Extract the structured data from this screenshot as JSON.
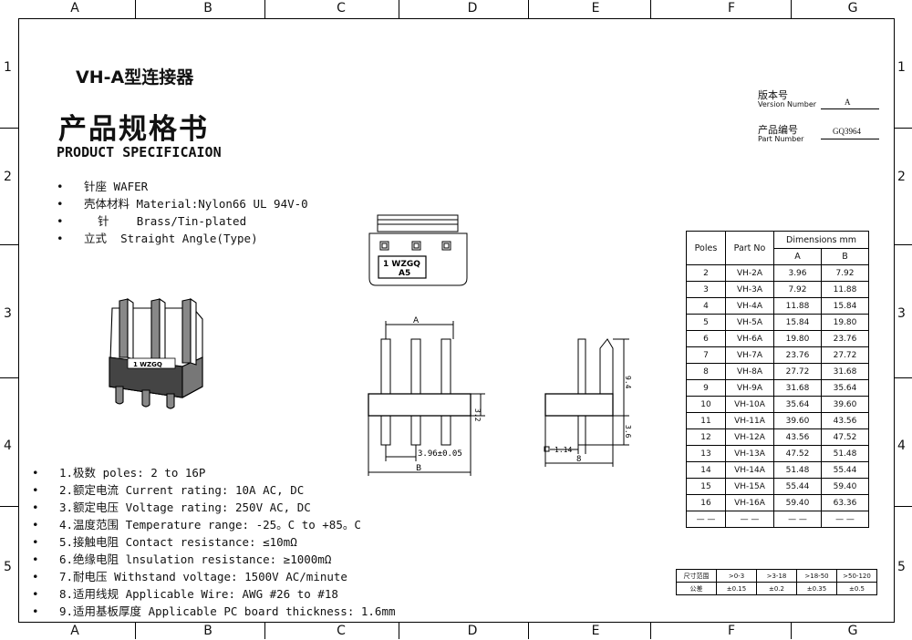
{
  "grid": {
    "columns": [
      "A",
      "B",
      "C",
      "D",
      "E",
      "F",
      "G"
    ],
    "rows": [
      "1",
      "2",
      "3",
      "4",
      "5"
    ]
  },
  "header": {
    "product_type": "VH-A型连接器",
    "title_cn": "产品规格书",
    "title_en": "PRODUCT SPECIFICAION"
  },
  "version": {
    "label_cn": "版本号",
    "label_en": "Version Number",
    "value": "A"
  },
  "part": {
    "label_cn": "产品编号",
    "label_en": "Part Number",
    "value": "GQ3964"
  },
  "features": [
    {
      "cn": "针座",
      "en": "WAFER"
    },
    {
      "cn": "壳体材料",
      "en": "Material:Nylon66 UL 94V-0"
    },
    {
      "cn": "针",
      "en": "Brass/Tin-plated"
    },
    {
      "cn": "立式",
      "en": "Straight Angle(Type)"
    }
  ],
  "bullet_symbol": "•",
  "drawing": {
    "marking_line1": "1 WZGQ",
    "marking_line2": "A5",
    "iso_marking": "1 WZGQ",
    "dim_A": "A",
    "dim_B": "B",
    "dim_pitch": "3.96±0.05",
    "dim_32": "3.2",
    "dim_94": "9.4",
    "dim_36": "3.6",
    "dim_114": "1.14",
    "dim_8": "8"
  },
  "specs": [
    "1.极数 poles: 2 to 16P",
    "2.额定电流 Current rating: 10A AC, DC",
    "3.额定电压 Voltage rating: 250V AC, DC",
    "4.温度范围 Temperature range: -25。C to +85。C",
    "5.接触电阻 Contact resistance: ≤10mΩ",
    "6.绝缘电阻 lnsulation resistance: ≥1000mΩ",
    "7.耐电压 Withstand voltage: 1500V AC/minute",
    "8.适用线规 Applicable Wire: AWG #26 to #18",
    "9.适用基板厚度 Applicable PC board thickness: 1.6mm"
  ],
  "dims_table": {
    "headers": {
      "poles": "Poles",
      "part": "Part No",
      "dimensions": "Dimensions mm",
      "a": "A",
      "b": "B"
    },
    "rows": [
      [
        "2",
        "VH-2A",
        "3.96",
        "7.92"
      ],
      [
        "3",
        "VH-3A",
        "7.92",
        "11.88"
      ],
      [
        "4",
        "VH-4A",
        "11.88",
        "15.84"
      ],
      [
        "5",
        "VH-5A",
        "15.84",
        "19.80"
      ],
      [
        "6",
        "VH-6A",
        "19.80",
        "23.76"
      ],
      [
        "7",
        "VH-7A",
        "23.76",
        "27.72"
      ],
      [
        "8",
        "VH-8A",
        "27.72",
        "31.68"
      ],
      [
        "9",
        "VH-9A",
        "31.68",
        "35.64"
      ],
      [
        "10",
        "VH-10A",
        "35.64",
        "39.60"
      ],
      [
        "11",
        "VH-11A",
        "39.60",
        "43.56"
      ],
      [
        "12",
        "VH-12A",
        "43.56",
        "47.52"
      ],
      [
        "13",
        "VH-13A",
        "47.52",
        "51.48"
      ],
      [
        "14",
        "VH-14A",
        "51.48",
        "55.44"
      ],
      [
        "15",
        "VH-15A",
        "55.44",
        "59.40"
      ],
      [
        "16",
        "VH-16A",
        "59.40",
        "63.36"
      ],
      [
        "— —",
        "— —",
        "— —",
        "— —"
      ]
    ]
  },
  "tolerance": {
    "label_range": "尺寸范围",
    "label_tol": "公差",
    "ranges": [
      ">0-3",
      ">3-18",
      ">18-50",
      ">50-120"
    ],
    "values": [
      "±0.15",
      "±0.2",
      "±0.35",
      "±0.5"
    ]
  }
}
